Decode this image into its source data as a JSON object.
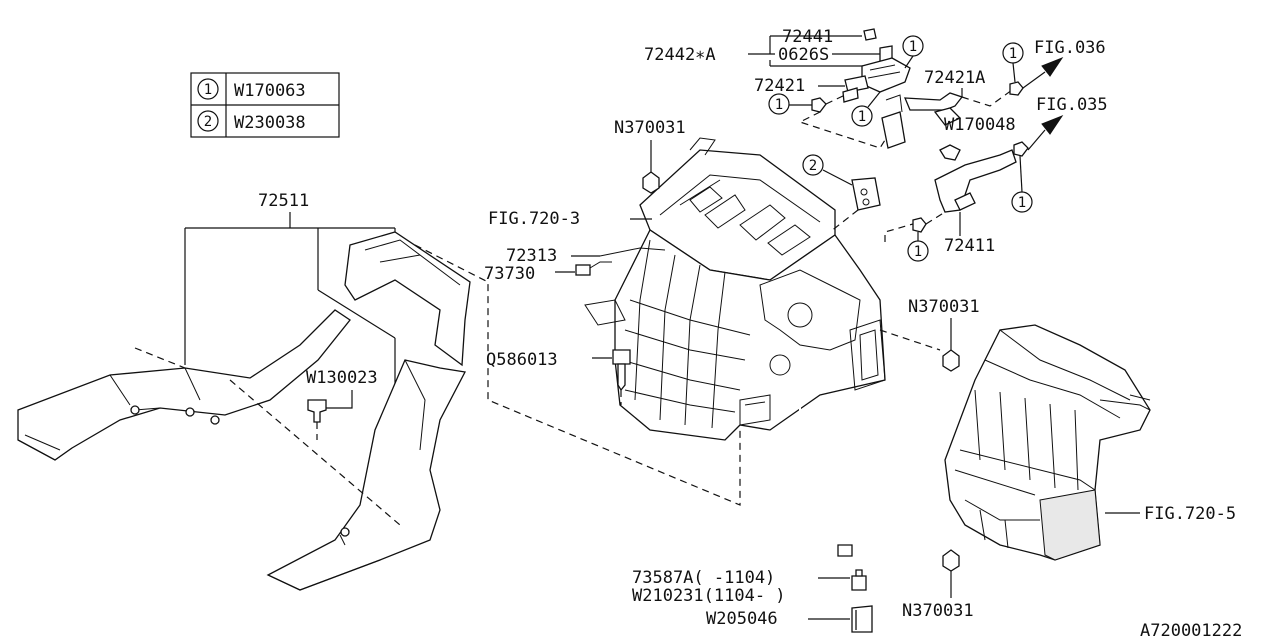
{
  "legend": {
    "rows": [
      {
        "num": "1",
        "code": "W170063"
      },
      {
        "num": "2",
        "code": "W230038"
      }
    ]
  },
  "labels": {
    "p72441": "72441",
    "p72442a": "72442∗A",
    "p0626s": "0626S",
    "p72421": "72421",
    "p72421a": "72421A",
    "fig036": "FIG.036",
    "fig035": "FIG.035",
    "w170048": "W170048",
    "n370031_top": "N370031",
    "fig7203": "FIG.720-3",
    "p72313": "72313",
    "p73730": "73730",
    "p72511": "72511",
    "q586013": "Q586013",
    "w130023": "W130023",
    "p72411": "72411",
    "n370031_mid": "N370031",
    "fig7205": "FIG.720-5",
    "n370031_bot": "N370031",
    "p73587a": "73587A( -1104)",
    "w210231": "W210231(1104- )",
    "w205046": "W205046",
    "diagram_id": "A720001222"
  },
  "callouts": {
    "one": "1",
    "two": "2"
  }
}
